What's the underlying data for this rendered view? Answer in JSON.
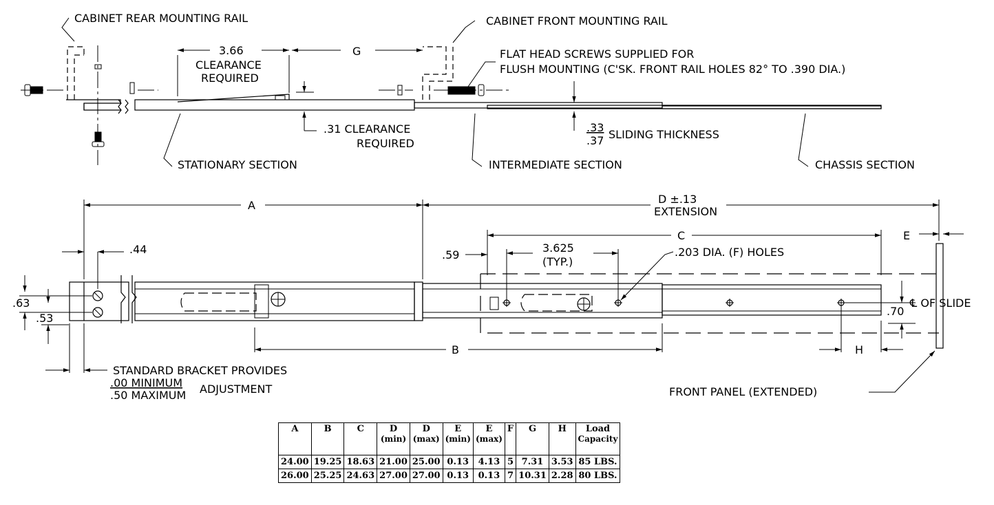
{
  "top_view": {
    "rear_rail": "CABINET REAR MOUNTING RAIL",
    "front_rail": "CABINET FRONT MOUNTING RAIL",
    "dim_366": "3.66",
    "clearance_required": "CLEARANCE",
    "required": "REQUIRED",
    "g": "G",
    "screws_line1": "FLAT HEAD SCREWS SUPPLIED FOR",
    "screws_line2": "FLUSH MOUNTING (C'SK. FRONT RAIL HOLES 82° TO .390 DIA.)",
    "clearance_031": ".31 CLEARANCE",
    "clearance_031_line2": "REQUIRED",
    "thickness_top": ".33",
    "thickness_bottom": ".37",
    "sliding_thickness": "SLIDING THICKNESS",
    "stationary": "STATIONARY SECTION",
    "intermediate": "INTERMEDIATE SECTION",
    "chassis": "CHASSIS SECTION"
  },
  "side_view": {
    "a": "A",
    "d_extension": "D ±.13",
    "extension": "EXTENSION",
    "c": "C",
    "e": "E",
    "dim_044": ".44",
    "dim_059": ".59",
    "dim_3625": "3.625",
    "typ": "(TYP.)",
    "holes": ".203 DIA. (F) HOLES",
    "dim_063": ".63",
    "dim_053": ".53",
    "dim_070": ".70",
    "center_of_slide": "℄ OF SLIDE",
    "b": "B",
    "h": "H",
    "bracket_line1": "STANDARD BRACKET PROVIDES",
    "bracket_min": ".00 MINIMUM",
    "bracket_max": ".50 MAXIMUM",
    "adjustment": "ADJUSTMENT",
    "front_panel": "FRONT PANEL (EXTENDED)"
  },
  "table": {
    "headers": [
      {
        "label": "A",
        "sub": ""
      },
      {
        "label": "B",
        "sub": ""
      },
      {
        "label": "C",
        "sub": ""
      },
      {
        "label": "D",
        "sub": "(min)"
      },
      {
        "label": "D",
        "sub": "(max)"
      },
      {
        "label": "E",
        "sub": "(min)"
      },
      {
        "label": "E",
        "sub": "(max)"
      },
      {
        "label": "F",
        "sub": ""
      },
      {
        "label": "G",
        "sub": ""
      },
      {
        "label": "H",
        "sub": ""
      },
      {
        "label": "Load",
        "sub": "Capacity"
      }
    ],
    "rows": [
      [
        "24.00",
        "19.25",
        "18.63",
        "21.00",
        "25.00",
        "0.13",
        "4.13",
        "5",
        "7.31",
        "3.53",
        "85 LBS."
      ],
      [
        "26.00",
        "25.25",
        "24.63",
        "27.00",
        "27.00",
        "0.13",
        "0.13",
        "7",
        "10.31",
        "2.28",
        "80 LBS."
      ]
    ]
  }
}
